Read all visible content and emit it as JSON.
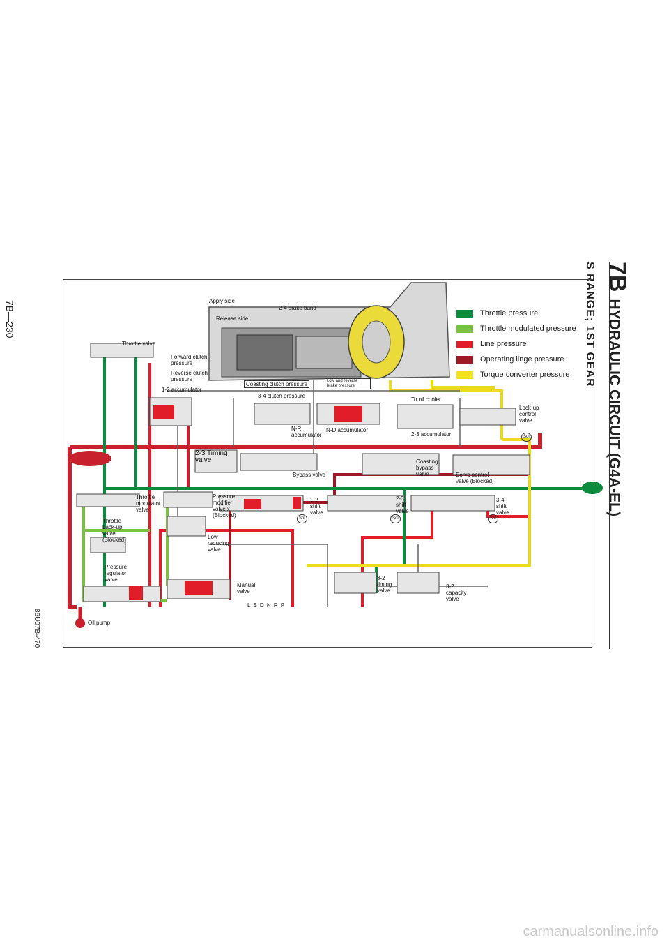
{
  "header": {
    "section": "7B",
    "title": "HYDRAULIC CIRCUIT (G4A-EL)",
    "subtitle": "S RANGE; 1ST GEAR"
  },
  "page_number": "7B—230",
  "figure_code": "86U07B-470",
  "legend": [
    {
      "label": "Throttle pressure",
      "color": "#0c8a3e"
    },
    {
      "label": "Throttle modulated pressure",
      "color": "#7cc242"
    },
    {
      "label": "Line pressure",
      "color": "#e11d2a"
    },
    {
      "label": "Operating linge pressure",
      "color": "#9e1b26"
    },
    {
      "label": "Torque converter pressure",
      "color": "#f2e21f"
    }
  ],
  "labels": {
    "apply_side": "Apply side",
    "release_side": "Release side",
    "brake_band": "2-4 brake band",
    "throttle_valve": "Throttle valve",
    "forward_clutch": "Forward clutch pressure",
    "reverse_clutch": "Reverse clutch pressure",
    "acc_12": "1-2 accumulator",
    "coasting_clutch": "Coasting clutch pressure",
    "low_reverse": "Low and reverse brake pressure",
    "clutch_34": "3-4 clutch pressure",
    "oil_cooler": "To oil cooler",
    "lockup": "Lock-up control valve",
    "nr_acc": "N-R accumulator",
    "nd_acc": "N-D accumulator",
    "acc_23": "2-3 accumulator",
    "timing_23": "2-3 Timing valve",
    "bypass": "Bypass valve",
    "coasting_bypass": "Coasting bypass valve",
    "servo": "Servo control valve (Blocked)",
    "throttle_mod": "Throttle modulator valve",
    "pressure_mod": "Pressure modifier valve x (Blocked)",
    "shift_12": "1-2 shift valve",
    "shift_23": "2-3 shift valve",
    "shift_34": "3-4 shift valve",
    "backup": "Throttle back-up valve (Blocked)",
    "low_reducing": "Low reducing valve",
    "regulator": "Pressure regulator valve",
    "manual": "Manual valve",
    "prnd": "L S D N R P",
    "timing_32": "3-2 timing valve",
    "capacity_32": "3-2 capacity valve",
    "oil_pump": "Oil pump",
    "sol": "Sol"
  },
  "footer": "carmanualsonline.info"
}
